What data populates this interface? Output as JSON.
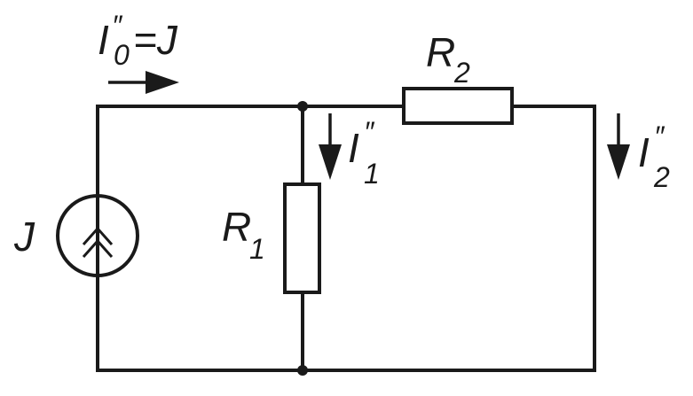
{
  "labels": {
    "source": "J",
    "r1": "R",
    "r1_sub": "1",
    "r2": "R",
    "r2_sub": "2",
    "i0": "I",
    "i0_prime": "″",
    "i0_sub": "0",
    "i0_eq": "=J",
    "i1": "I",
    "i1_prime": "″",
    "i1_sub": "1",
    "i2": "I",
    "i2_prime": "″",
    "i2_sub": "2"
  },
  "colors": {
    "stroke": "#1a1a1a",
    "background": "#ffffff"
  },
  "icons": {
    "source_symbol": "current-source-double-chevron-up"
  }
}
